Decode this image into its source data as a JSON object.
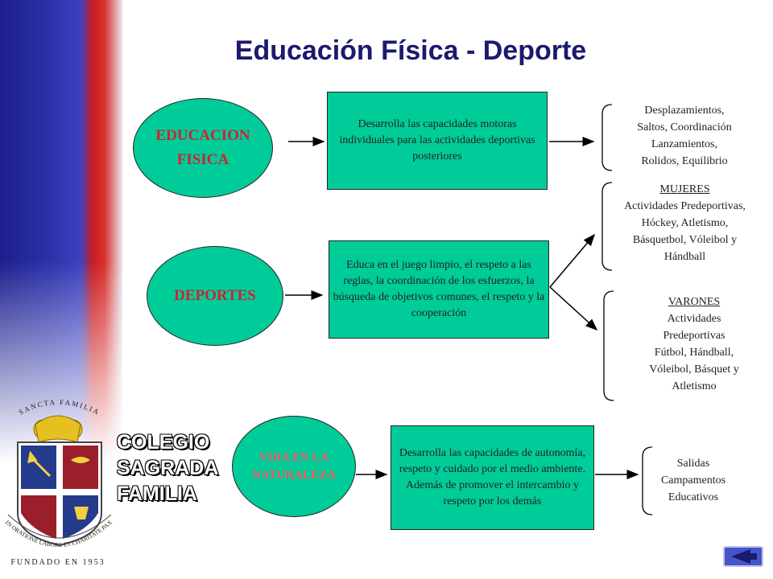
{
  "title": "Educación Física - Deporte",
  "school": {
    "line1": "COLEGIO",
    "line2": "SAGRADA",
    "line3": "FAMILIA"
  },
  "crest": {
    "top_text": "SANCTA  FAMILIA",
    "motto": "IN ORATIONE LABORE ET CHARITATE PAX",
    "founded": "FUNDADO EN 1953"
  },
  "row1": {
    "node_line1": "EDUCACION",
    "node_line2": "FISICA",
    "desc": "Desarrolla las capacidades motoras individuales para las actividades deportivas posteriores",
    "result": [
      "Desplazamientos,",
      "Saltos, Coordinación",
      "Lanzamientos,",
      "Rolidos, Equilibrio"
    ]
  },
  "row2": {
    "node": "DEPORTES",
    "desc": "Educa en el juego limpio, el respeto a las reglas, la coordinación de los esfuerzos, la búsqueda de objetivos comunes, el respeto y la cooperación",
    "mujeres_title": "MUJERES",
    "mujeres": [
      "Actividades Predeportivas,",
      "Hóckey, Atletismo,",
      "Básquetbol, Vóleibol y",
      "Hándball"
    ],
    "varones_title": "VARONES",
    "varones": [
      "Actividades",
      "Predeportivas",
      "Fútbol, Hándball,",
      "Vóleibol, Básquet y",
      "Atletismo"
    ]
  },
  "row3": {
    "node_line1": "VIDA EN LA",
    "node_line2": "NATURALEZA",
    "desc": "Desarrolla las capacidades de autonomía, respeto y cuidado por el medio ambiente. Además de promover el intercambio y respeto por los demás",
    "result": [
      "Salidas",
      "Campamentos",
      "Educativos"
    ]
  },
  "colors": {
    "node_fill": "#00cc99",
    "node_text": "#cc2233",
    "title": "#1a1a6e",
    "nav": "#4455cc"
  }
}
